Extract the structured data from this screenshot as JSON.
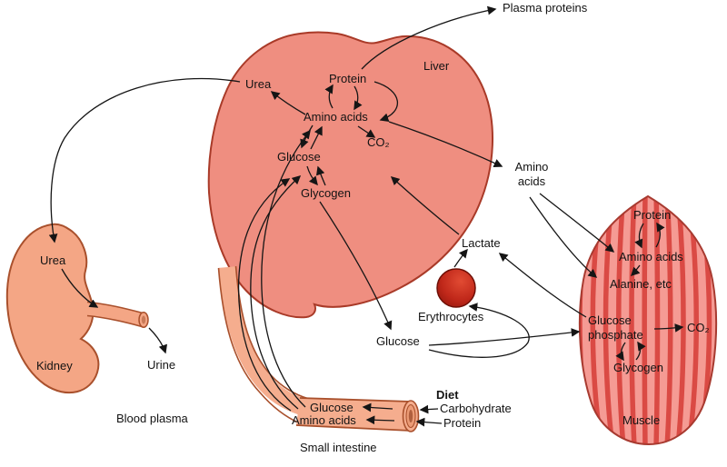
{
  "colors": {
    "liver": "#ef8e80",
    "kidney": "#f4a685",
    "intestine": "#f5ad8e",
    "erythrocyte": "#c0281a",
    "muscle": "#f59b94",
    "muscle_stripe": "#da4a44",
    "outline": "#a9502c",
    "arrow": "#151515"
  },
  "blood": {
    "plasma_proteins": "Plasma proteins",
    "amino_acids": "Amino\nacids",
    "lactate": "Lactate",
    "erythrocytes": "Erythrocytes",
    "glucose": "Glucose",
    "blood_plasma": "Blood plasma"
  },
  "liver": {
    "title": "Liver",
    "urea": "Urea",
    "protein": "Protein",
    "amino_acids": "Amino acids",
    "glucose": "Glucose",
    "co2": "CO₂",
    "glycogen": "Glycogen"
  },
  "kidney": {
    "title": "Kidney",
    "urea": "Urea",
    "urine": "Urine"
  },
  "intestine": {
    "title": "Small intestine",
    "glucose": "Glucose",
    "amino_acids": "Amino acids"
  },
  "diet": {
    "title": "Diet",
    "carbohydrate": "Carbohydrate",
    "protein": "Protein"
  },
  "muscle": {
    "title": "Muscle",
    "protein": "Protein",
    "amino_acids": "Amino acids",
    "alanine": "Alanine, etc",
    "glucose_phosphate": "Glucose\nphosphate",
    "co2": "CO₂",
    "glycogen": "Glycogen"
  }
}
